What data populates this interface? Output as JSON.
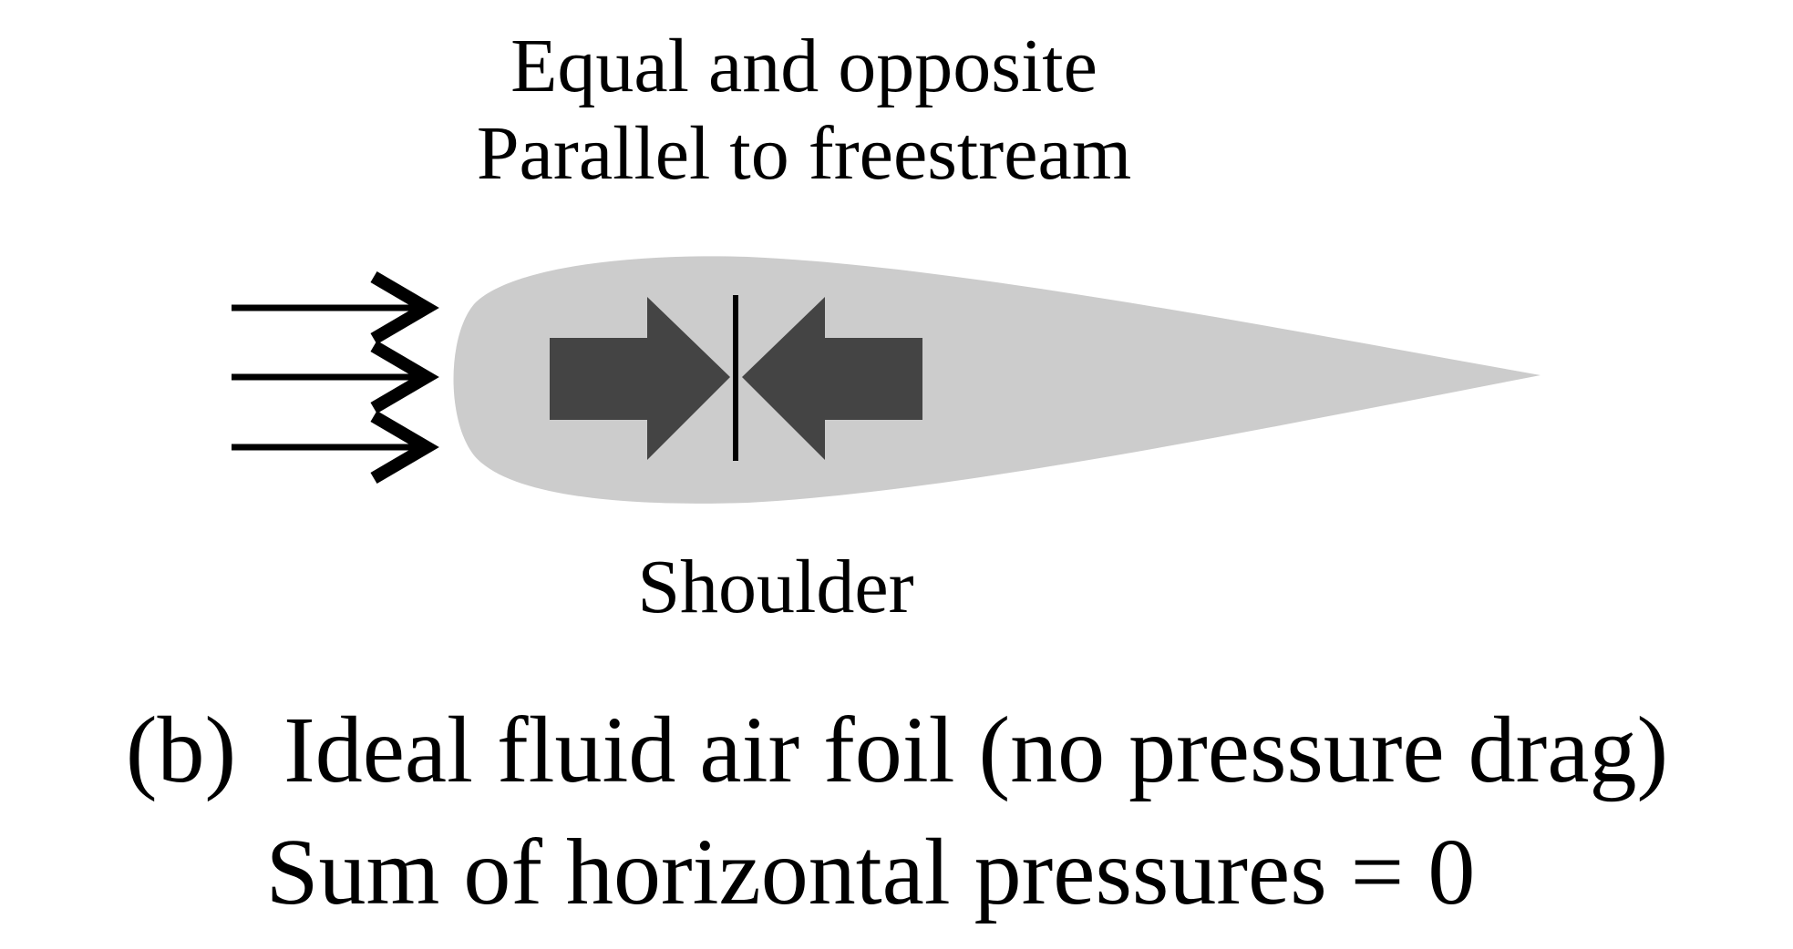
{
  "annotation": {
    "line1": "Equal and opposite",
    "line2": "Parallel to freestream"
  },
  "shoulder_label": "Shoulder",
  "caption": {
    "line1": "(b)  Ideal fluid air foil (no pressure drag)",
    "line2": "Sum of horizontal pressures = 0"
  },
  "colors": {
    "airfoil_fill": "#cccccc",
    "pressure_arrow_fill": "#444444",
    "line": "#000000",
    "background": "#ffffff"
  }
}
